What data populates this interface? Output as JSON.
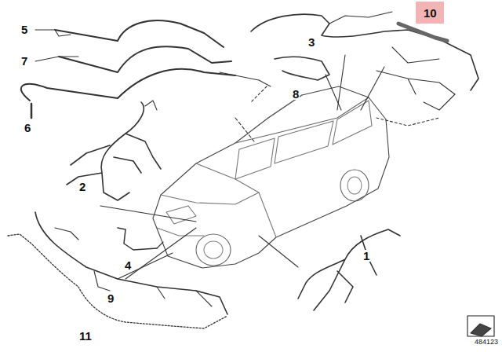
{
  "diagram": {
    "nodes": [
      {
        "text": [
          "10"
        ]
      }
    ],
    "labels": [
      "5",
      "7",
      "6",
      "3",
      "8",
      "2",
      "4",
      "1",
      "9",
      "11",
      "484123"
    ]
  }
}
